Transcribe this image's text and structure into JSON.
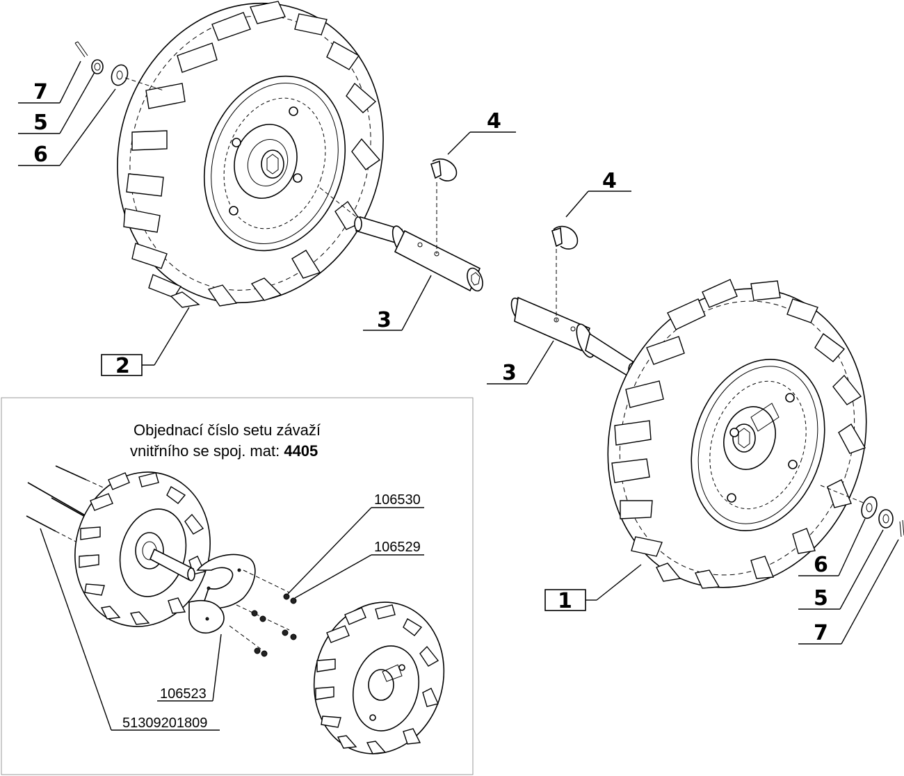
{
  "callouts": {
    "c7_top": "7",
    "c5_top": "5",
    "c6_top": "6",
    "c2": "2",
    "c4_top": "4",
    "c3_top": "3",
    "c4_mid": "4",
    "c3_mid": "3",
    "c1": "1",
    "c6_bot": "6",
    "c5_bot": "5",
    "c7_bot": "7"
  },
  "inset": {
    "title_line1": "Objednací číslo setu závaží",
    "title_line2_prefix": "vnitřního se spoj. mat: ",
    "title_line2_bold": "4405",
    "part_106530": "106530",
    "part_106529": "106529",
    "part_106523": "106523",
    "part_51309201809": "51309201809"
  }
}
